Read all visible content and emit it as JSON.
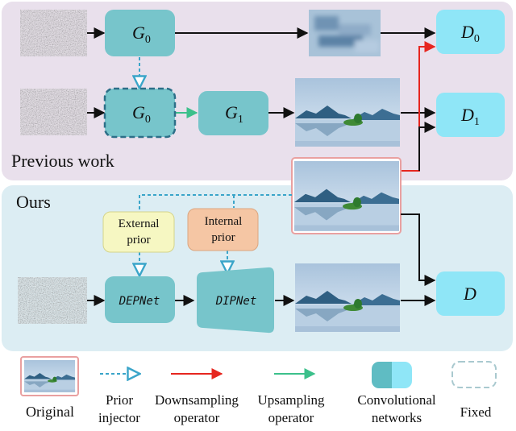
{
  "sections": {
    "previous": "Previous work",
    "ours": "Ours"
  },
  "generators": {
    "g0_top": {
      "base": "G",
      "sub": "0"
    },
    "g0_fixed": {
      "base": "G",
      "sub": "0"
    },
    "g1": {
      "base": "G",
      "sub": "1"
    }
  },
  "discriminators": {
    "d0": {
      "base": "D",
      "sub": "0"
    },
    "d1": {
      "base": "D",
      "sub": "1"
    },
    "d": {
      "base": "D",
      "sub": ""
    }
  },
  "priors": {
    "external": [
      "External",
      "prior"
    ],
    "internal": [
      "Internal",
      "prior"
    ]
  },
  "nets": {
    "dep": "DEPNet",
    "dip": "DIPNet"
  },
  "legend": {
    "original": "Original",
    "prior_injector": [
      "Prior",
      "injector"
    ],
    "downsampling": [
      "Downsampling",
      "operator"
    ],
    "upsampling": [
      "Upsampling",
      "operator"
    ],
    "convolutional": [
      "Convolutional",
      "networks"
    ],
    "fixed": "Fixed"
  },
  "colors": {
    "previous_bg": "#e9e0ec",
    "ours_bg": "#dcedf3",
    "generator_fill": "#77c5cb",
    "discriminator_fill": "#8fe6f7",
    "prior_arrow": "#3aa5c9",
    "downsampling_arrow": "#e6261f",
    "upsampling_arrow": "#3cc08b",
    "external_prior_fill": "#f6f7c2",
    "internal_prior_fill": "#f5c6a4",
    "original_border": "#e9a0a0"
  }
}
